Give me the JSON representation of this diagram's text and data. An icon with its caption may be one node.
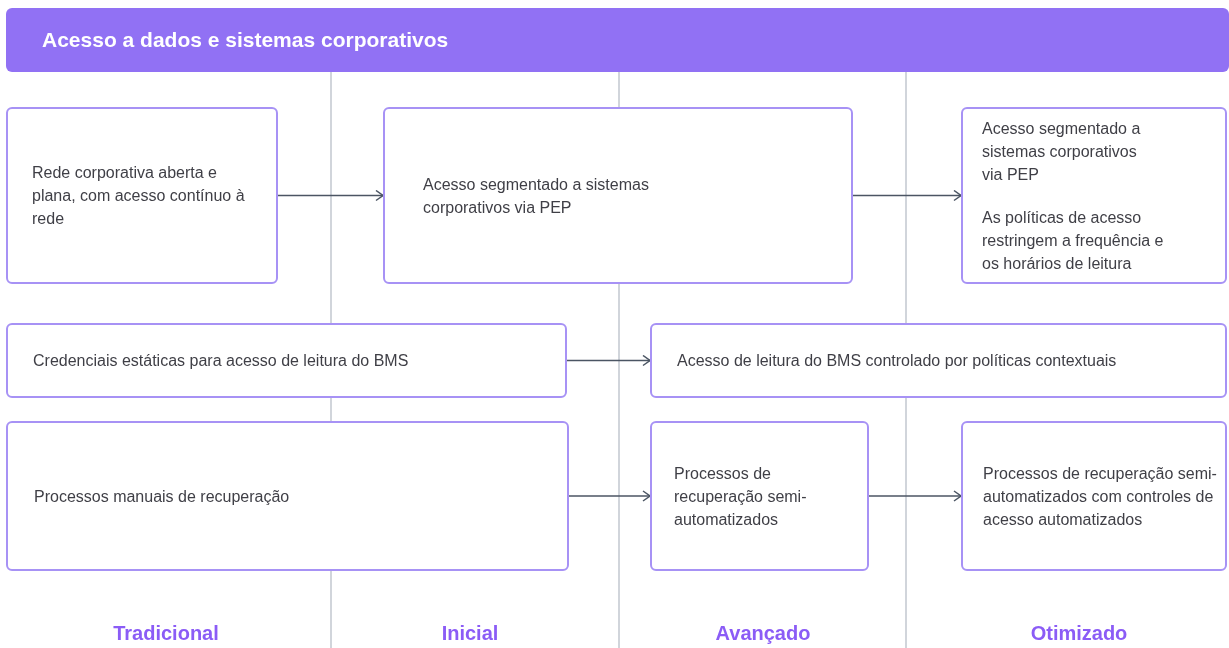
{
  "diagram": {
    "nodes": [
      {
        "text": [
          "Acesso a dados e sistemas corporativos"
        ]
      },
      {
        "text": [
          "Rede corporativa aberta e plana, com acesso contínuo à rede"
        ]
      },
      {
        "text": [
          "Acesso segmentado a sistemas corporativos via PEP"
        ]
      },
      {
        "text": [
          "Acesso segmentado a sistemas corporativos via PEP",
          "As políticas de acesso restringem a frequência e os horários de leitura"
        ]
      },
      {
        "text": [
          "Credenciais estáticas para acesso de leitura do BMS"
        ]
      },
      {
        "text": [
          "Acesso de leitura do BMS controlado por políticas contextuais"
        ]
      },
      {
        "text": [
          "Processos manuais de recuperação"
        ]
      },
      {
        "text": [
          "Processos de recuperação semi-automatizados"
        ]
      },
      {
        "text": [
          "Processos de recuperação semi-automatizados com controles de acesso automatizados"
        ]
      }
    ],
    "edges": [
      {
        "from": 1,
        "to": 2,
        "arrow": "to"
      },
      {
        "from": 2,
        "to": 3,
        "arrow": "to"
      },
      {
        "from": 4,
        "to": 5,
        "arrow": "to"
      },
      {
        "from": 6,
        "to": 7,
        "arrow": "to"
      },
      {
        "from": 7,
        "to": 8,
        "arrow": "to"
      }
    ],
    "labels": [
      "Tradicional",
      "Inicial",
      "Avançado",
      "Otimizado"
    ]
  }
}
